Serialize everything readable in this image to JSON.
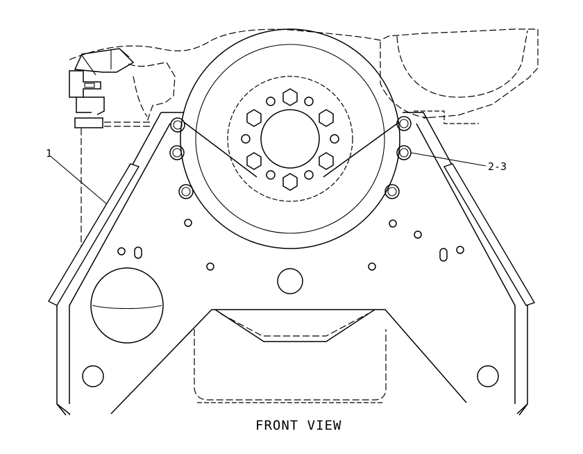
{
  "callouts": {
    "part_1": "1",
    "part_2_3": "2-3"
  },
  "caption": "FRONT VIEW"
}
